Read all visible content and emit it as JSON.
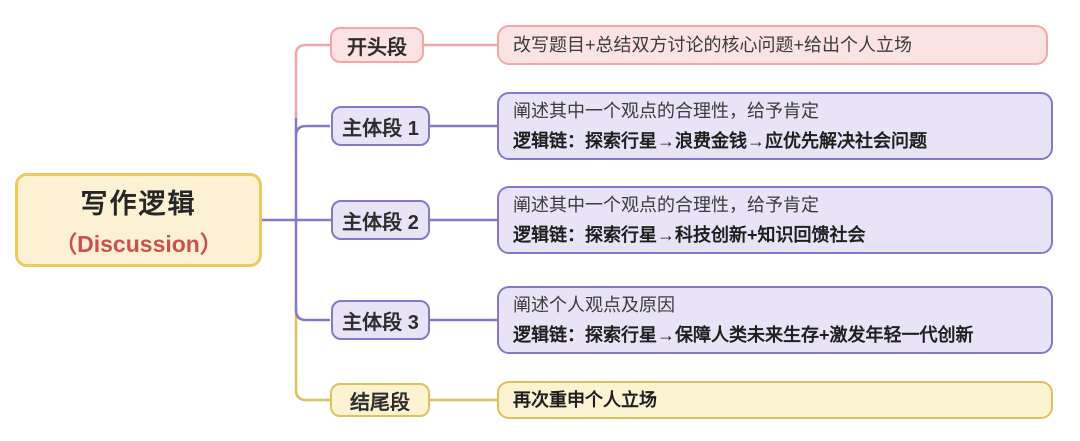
{
  "root": {
    "title": "写作逻辑",
    "subtitle": "（Discussion）"
  },
  "branches": [
    {
      "label": "开头段",
      "note": "改写题目+总结双方讨论的核心问题+给出个人立场"
    },
    {
      "label": "主体段 1",
      "note": "阐述其中一个观点的合理性，给予肯定",
      "chain": "逻辑链：探索行星→浪费金钱→应优先解决社会问题"
    },
    {
      "label": "主体段 2",
      "note": "阐述其中一个观点的合理性，给予肯定",
      "chain": "逻辑链：探索行星→科技创新+知识回馈社会"
    },
    {
      "label": "主体段 3",
      "note": "阐述个人观点及原因",
      "chain": "逻辑链：探索行星→保障人类未来生存+激发年轻一代创新"
    },
    {
      "label": "结尾段",
      "note": "再次重申个人立场"
    }
  ],
  "colors": {
    "pink_border": "#F3A6A6",
    "pink_bg": "#FCE3E3",
    "purple_border": "#8678C9",
    "purple_bg": "#E9E3F8",
    "yellow_border": "#DFC05F",
    "yellow_bg": "#FCF3D3",
    "root_border": "#EBCB5E",
    "root_bg": "#FCF2D3",
    "accent_red": "#CB5151",
    "text_dark": "#2E2E2E"
  }
}
